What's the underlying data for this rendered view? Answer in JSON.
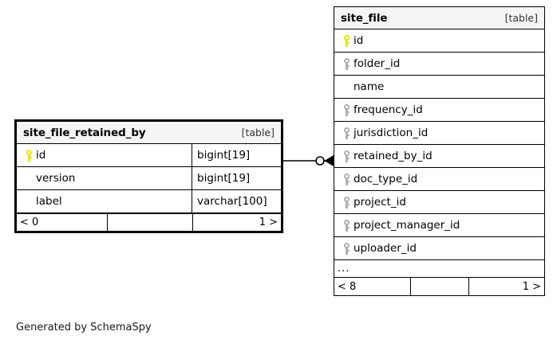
{
  "diagram": {
    "type": "entity-relationship-diagram",
    "generator_note": "Generated by SchemaSpy",
    "background": "#ffffff",
    "pk_key_color": "#e8e800",
    "fk_key_color": "#b0b0b0",
    "header_bg": "#f5f5f5",
    "border_color": "#000000"
  },
  "tables": [
    {
      "id": "site_file_retained_by",
      "name": "site_file_retained_by",
      "tag": "[table]",
      "columns": [
        {
          "name": "id",
          "type": "bigint[19]",
          "key": "primary"
        },
        {
          "name": "version",
          "type": "bigint[19]",
          "key": "none"
        },
        {
          "name": "label",
          "type": "varchar[100]",
          "key": "none"
        }
      ],
      "footer": {
        "left": "< 0",
        "middle": "",
        "right": "1 >"
      }
    },
    {
      "id": "site_file",
      "name": "site_file",
      "tag": "[table]",
      "columns": [
        {
          "name": "id",
          "type": "",
          "key": "primary"
        },
        {
          "name": "folder_id",
          "type": "",
          "key": "foreign"
        },
        {
          "name": "name",
          "type": "",
          "key": "none"
        },
        {
          "name": "frequency_id",
          "type": "",
          "key": "foreign"
        },
        {
          "name": "jurisdiction_id",
          "type": "",
          "key": "foreign"
        },
        {
          "name": "retained_by_id",
          "type": "",
          "key": "foreign"
        },
        {
          "name": "doc_type_id",
          "type": "",
          "key": "foreign"
        },
        {
          "name": "project_id",
          "type": "",
          "key": "foreign"
        },
        {
          "name": "project_manager_id",
          "type": "",
          "key": "foreign"
        },
        {
          "name": "uploader_id",
          "type": "",
          "key": "foreign"
        }
      ],
      "more_indicator": "...",
      "footer": {
        "left": "< 8",
        "middle": "",
        "right": "1 >"
      }
    }
  ],
  "relationships": [
    {
      "from_table": "site_file_retained_by",
      "from_column": "id",
      "to_table": "site_file",
      "to_column": "retained_by_id",
      "from_cardinality": "zero-or-one",
      "to_cardinality": "many"
    }
  ]
}
